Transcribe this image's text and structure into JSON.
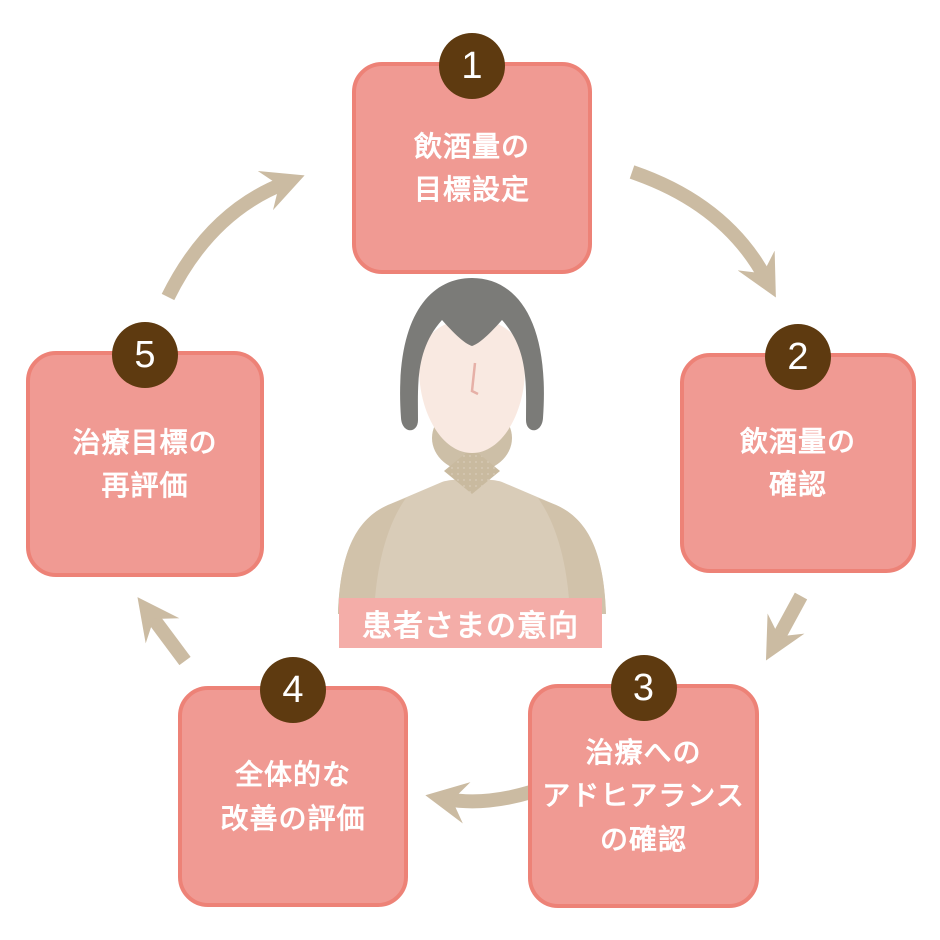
{
  "diagram": {
    "type": "cycle",
    "center_label": "患者さまの意向",
    "steps": [
      {
        "number": "1",
        "line1": "飲酒量の",
        "line2": "目標設定"
      },
      {
        "number": "2",
        "line1": "飲酒量の",
        "line2": "確認"
      },
      {
        "number": "3",
        "line1": "治療への",
        "line2": "アドヒアランス",
        "line3": "の確認"
      },
      {
        "number": "4",
        "line1": "全体的な",
        "line2": "改善の評価"
      },
      {
        "number": "5",
        "line1": "治療目標の",
        "line2": "再評価"
      }
    ],
    "colors": {
      "box_fill": "#F09A93",
      "box_border": "#ED8277",
      "badge_brown": "#5E3A10",
      "arrow_tan": "#CBBBA2",
      "center_band_pink": "#F4ADA8",
      "label_text": "#FFFFFF",
      "hair_gray": "#7B7B78",
      "skin": "#F9E9E1",
      "sweater_beige": "#D9CCB8"
    }
  }
}
